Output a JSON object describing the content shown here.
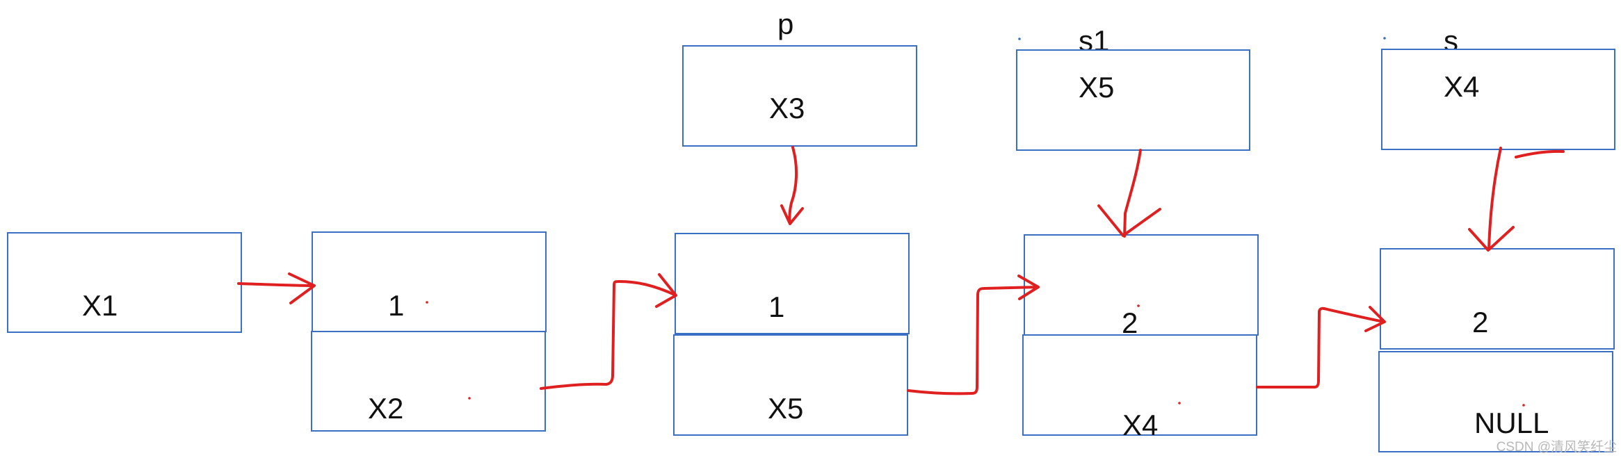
{
  "nodes": {
    "x1": "X1",
    "n1_data": "1",
    "n1_next": "X2",
    "n2_data": "1",
    "n2_next": "X5",
    "n3_data": "2",
    "n3_next": "X4",
    "n4_data": "2",
    "n4_next": "NULL"
  },
  "pointers": {
    "p_label": "p",
    "p_value": "X3",
    "s1_label": "s1",
    "s1_value": "X5",
    "s_label": "s",
    "s_value": "X4"
  },
  "watermark": "CSDN @清风笑纤尘",
  "colors": {
    "box_border": "#3a6fc4",
    "arrow": "#e02020"
  }
}
